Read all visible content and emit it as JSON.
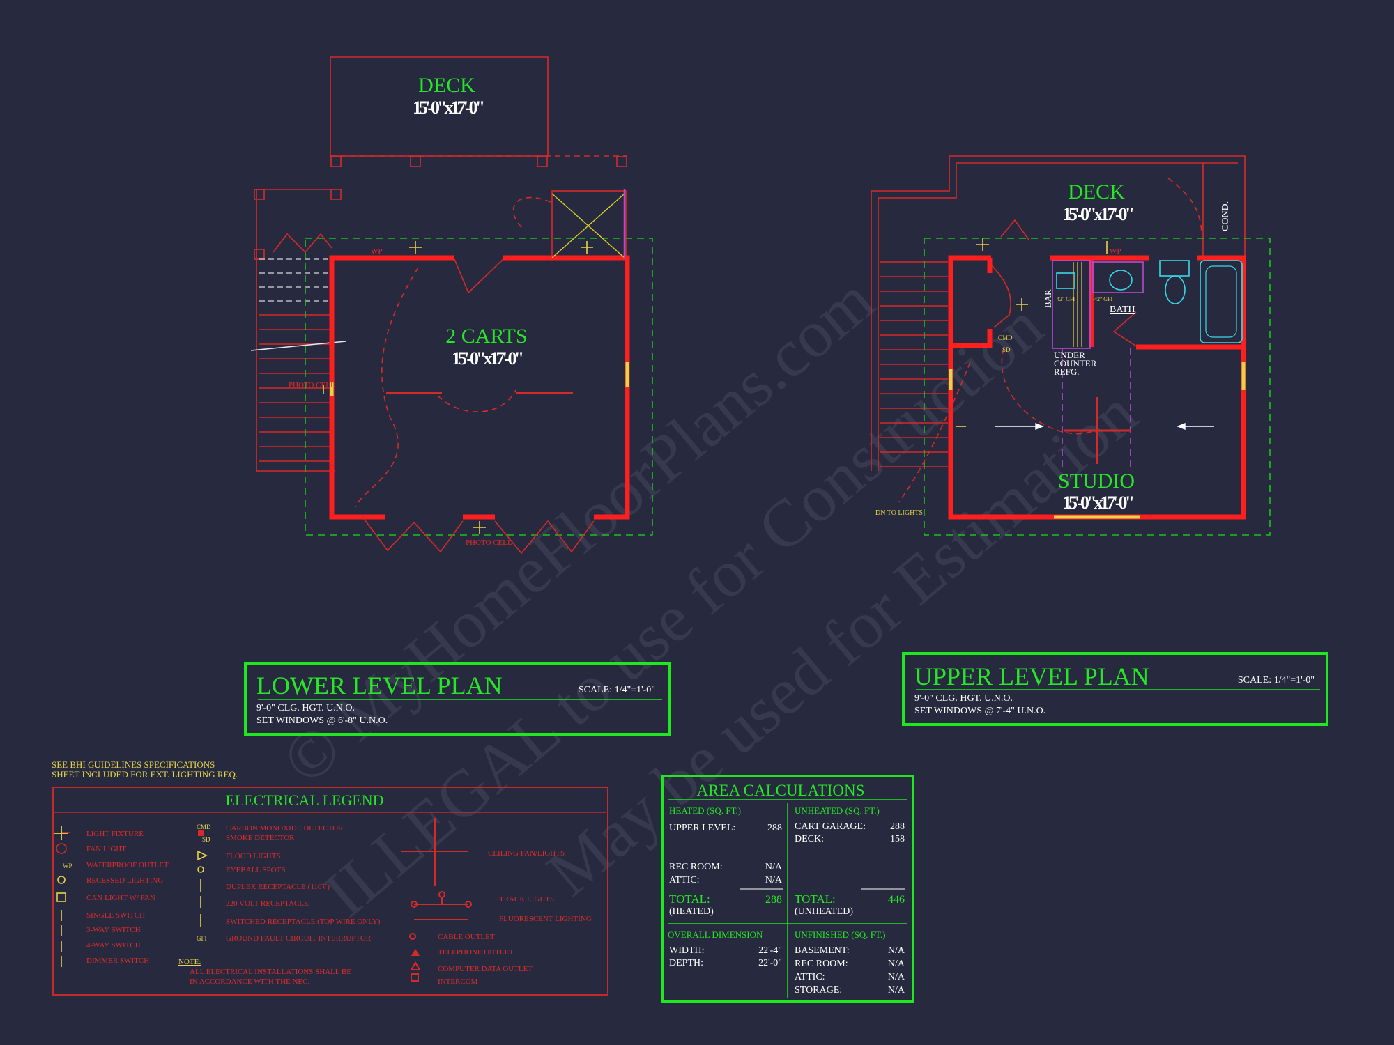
{
  "lower_plan": {
    "deck": {
      "name": "DECK",
      "dims": "15'-0\"x17'-0\""
    },
    "room": {
      "name": "2 CARTS",
      "dims": "15'-0\"x17'-0\""
    },
    "labels": {
      "wp": "WP",
      "photo_cell": "PHOTO CELL"
    },
    "title": "LOWER LEVEL PLAN",
    "scale": "SCALE: 1/4\"=1'-0\"",
    "note1": "9'-0\" CLG. HGT. U.N.O.",
    "note2": "SET WINDOWS @ 6'-8\" U.N.O."
  },
  "upper_plan": {
    "deck": {
      "name": "DECK",
      "dims": "15'-0\"x17'-0\""
    },
    "room": {
      "name": "STUDIO",
      "dims": "15'-0\"x17'-0\""
    },
    "labels": {
      "cond": "COND.",
      "bar": "BAR",
      "bath": "BATH",
      "under1": "UNDER",
      "under2": "COUNTER",
      "under3": "REFG.",
      "cmd": "CMD",
      "sd": "SD",
      "gfi1": "42\" GFI",
      "gfi2": "42\" GFI",
      "wp": "WP",
      "dn": "DN TO LIGHTS"
    },
    "title": "UPPER LEVEL PLAN",
    "scale": "SCALE: 1/4\"=1'-0\"",
    "note1": "9'-0\" CLG. HGT. U.N.O.",
    "note2": "SET WINDOWS @ 7'-4\" U.N.O."
  },
  "guidelines": {
    "line1": "SEE  BHI GUIDELINES SPECIFICATIONS",
    "line2": "SHEET INCLUDED FOR EXT. LIGHTING REQ."
  },
  "legend": {
    "title": "ELECTRICAL LEGEND",
    "col1": [
      "LIGHT FIXTURE",
      "FAN LIGHT",
      "WATERPROOF OUTLET",
      "RECESSED LIGHTING",
      "CAN LIGHT W/ FAN",
      "SINGLE SWITCH",
      "3-WAY SWITCH",
      "4-WAY SWITCH",
      "DIMMER SWITCH"
    ],
    "col2": [
      "CARBON MONOXIDE DETECTOR",
      "SMOKE DETECTOR",
      "FLOOD LIGHTS",
      "EYEBALL SPOTS",
      "DUPLEX RECEPTACLE (110V)",
      "220 VOLT RECEPTACLE",
      "SWITCHED RECEPTACLE (TOP WIRE ONLY)",
      "GROUND FAULT CIRCUIT INTERRUPTOR"
    ],
    "col3": [
      "CEILING FAN/LIGHTS",
      "TRACK LIGHTS",
      "FLUORESCENT LIGHTING",
      "CABLE OUTLET",
      "TELEPHONE OUTLET",
      "COMPUTER DATA OUTLET",
      "INTERCOM"
    ],
    "symbols": {
      "wp": "WP",
      "cmd": "CMD",
      "sd": "SD",
      "gfi": "GFI"
    },
    "note_label": "NOTE:",
    "note1": "ALL ELECTRICAL INSTALLATIONS SHALL BE",
    "note2": "IN ACCORDANCE WITH THE NEC."
  },
  "area": {
    "title": "AREA CALCULATIONS",
    "heated_header": "HEATED (SQ. FT.)",
    "unheated_header": "UNHEATED (SQ. FT.)",
    "heated": [
      {
        "label": "UPPER LEVEL:",
        "value": "288"
      },
      {
        "label": "REC ROOM:",
        "value": "N/A"
      },
      {
        "label": "ATTIC:",
        "value": "N/A"
      }
    ],
    "unheated": [
      {
        "label": "CART GARAGE:",
        "value": "288"
      },
      {
        "label": "DECK:",
        "value": "158"
      }
    ],
    "total_heated": {
      "label": "TOTAL:",
      "sub": "(HEATED)",
      "value": "288"
    },
    "total_unheated": {
      "label": "TOTAL:",
      "sub": "(UNHEATED)",
      "value": "446"
    },
    "overall_header": "OVERALL DIMENSION",
    "overall": [
      {
        "label": "WIDTH:",
        "value": "22'-4\""
      },
      {
        "label": "DEPTH:",
        "value": "22'-0\""
      }
    ],
    "unfinished_header": "UNFINISHED (SQ. FT.)",
    "unfinished": [
      {
        "label": "BASEMENT:",
        "value": "N/A"
      },
      {
        "label": "REC ROOM:",
        "value": "N/A"
      },
      {
        "label": "ATTIC:",
        "value": "N/A"
      },
      {
        "label": "STORAGE:",
        "value": "N/A"
      }
    ]
  },
  "watermark": {
    "line1": "© MyHomeFloorPlans.com",
    "line2": "ILLEGAL to use for Construction",
    "line3": "May be used for Estimation"
  },
  "colors": {
    "background": "#272a3e",
    "wall": "#ff1f1f",
    "label_green": "#27e627",
    "text_red": "#e02a2a",
    "note_yellow": "#e6d34a"
  }
}
